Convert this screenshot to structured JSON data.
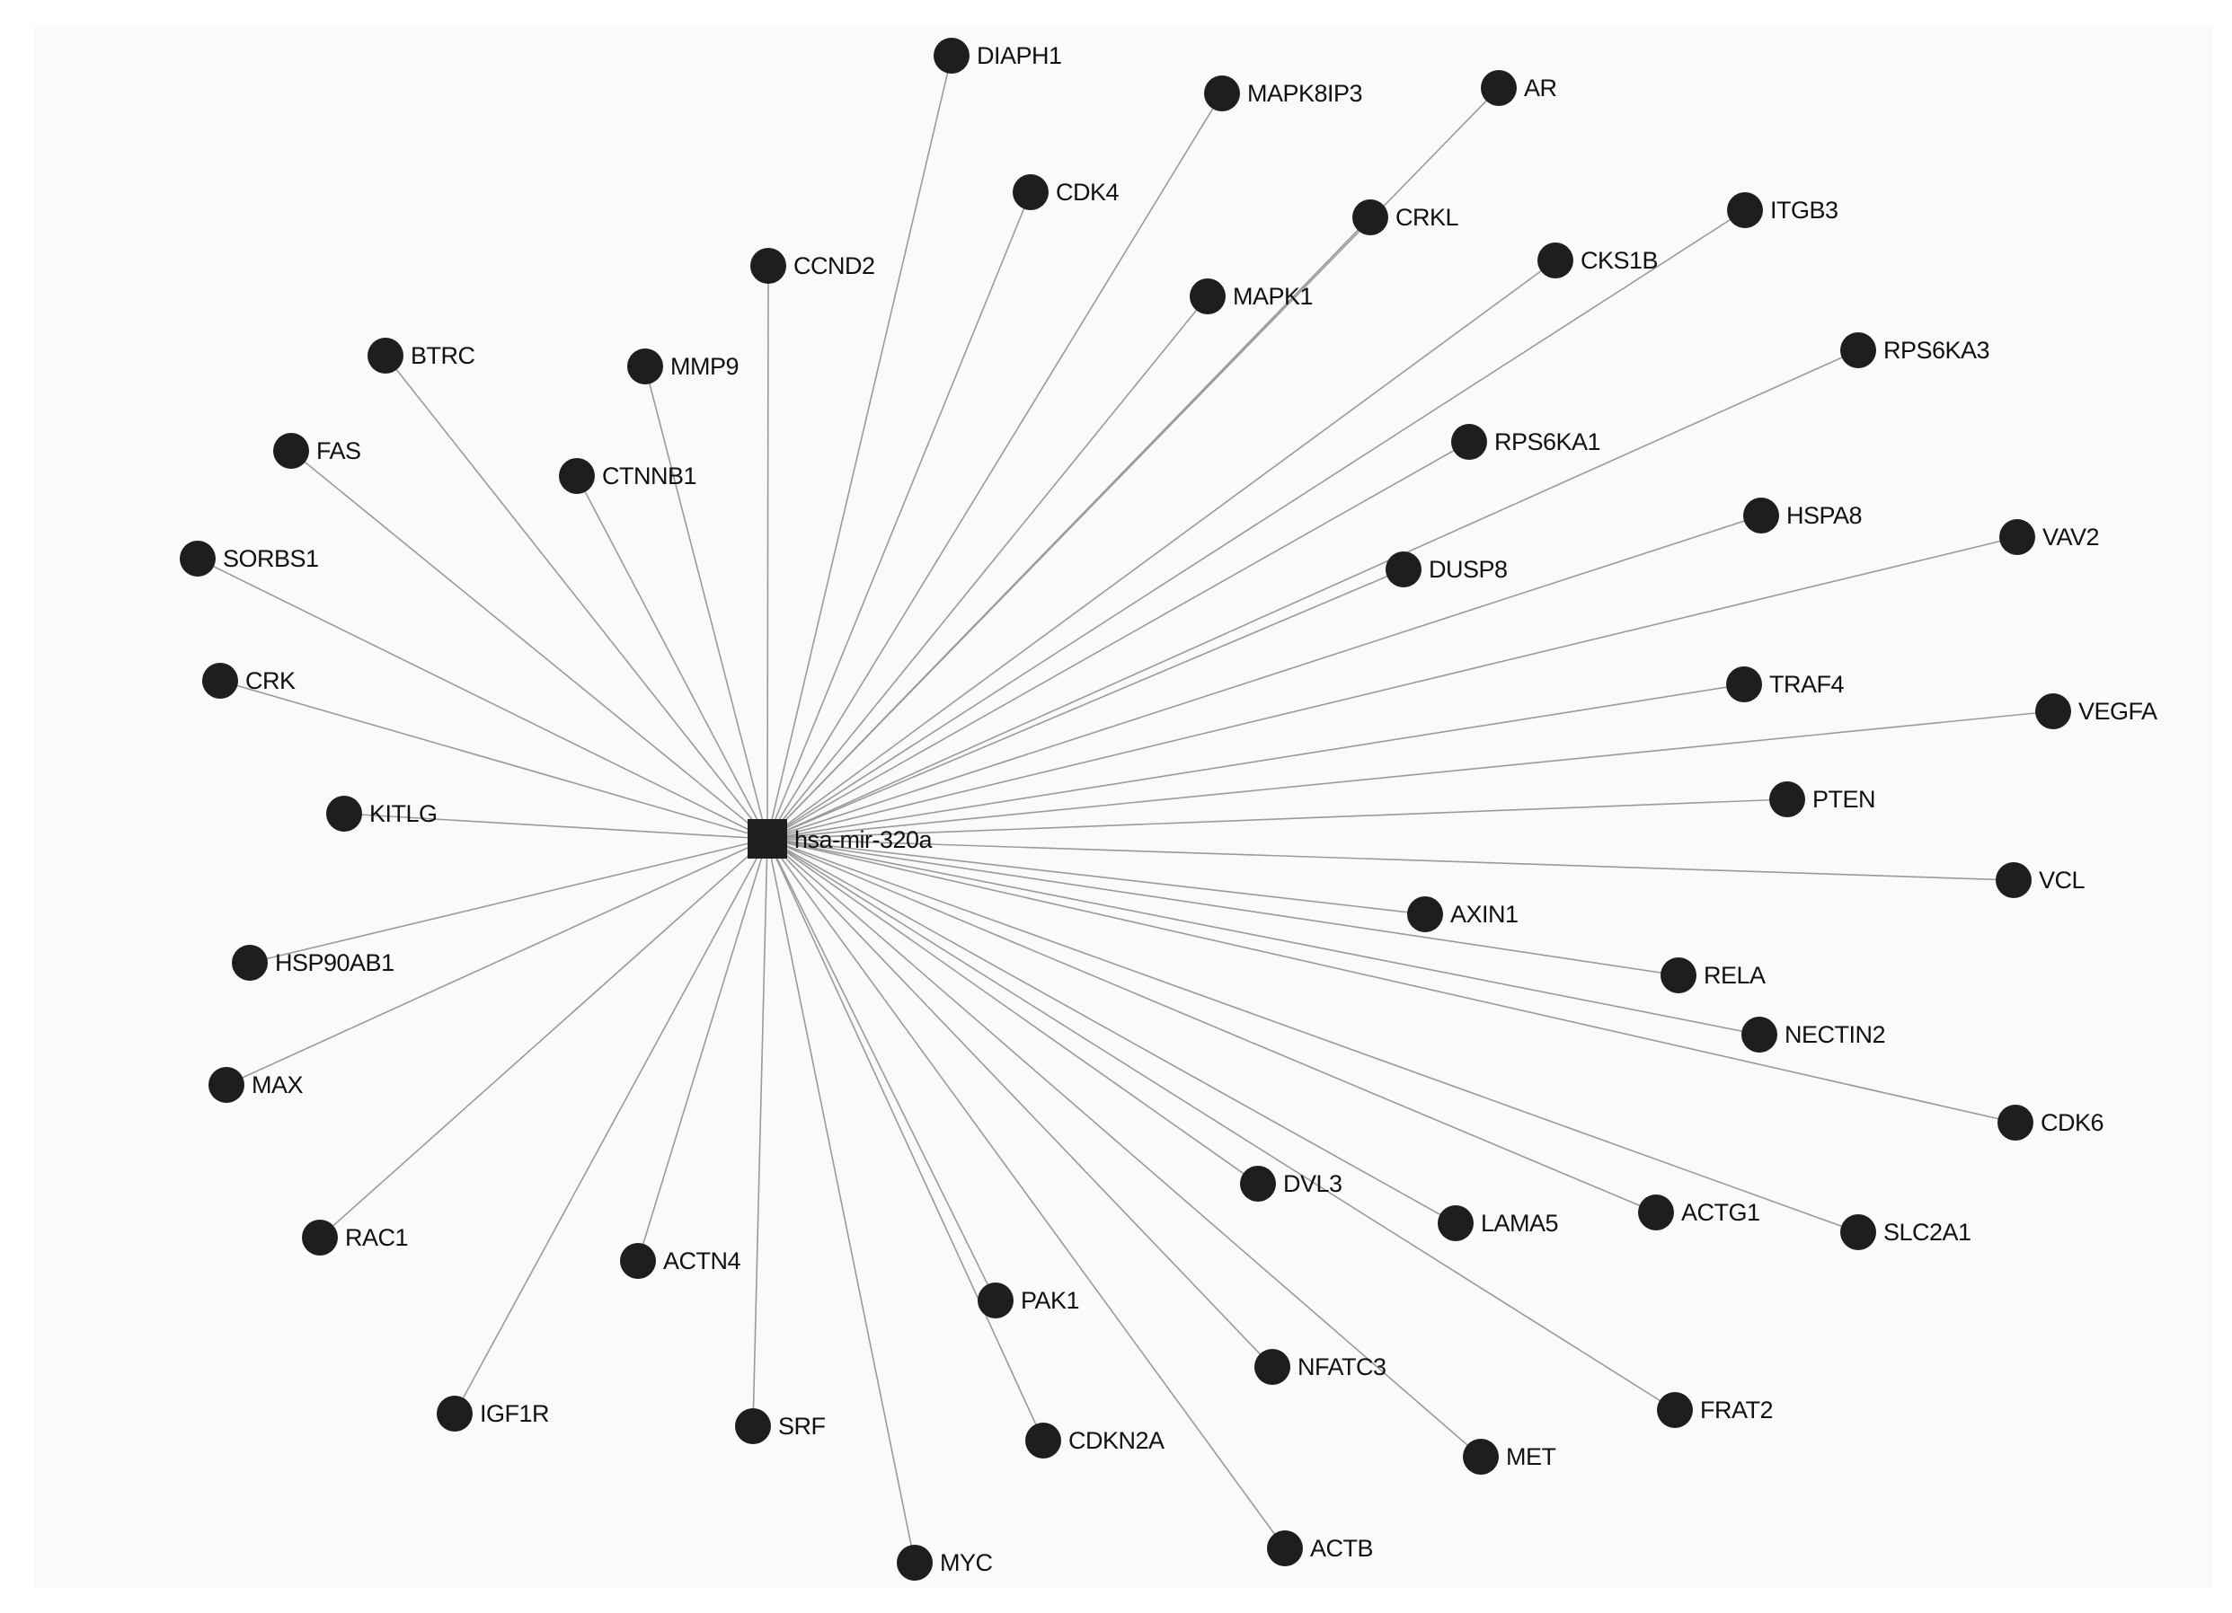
{
  "network": {
    "hub": {
      "label": "hsa-mir-320a"
    },
    "targets": [
      "DIAPH1",
      "MAPK8IP3",
      "AR",
      "CDK4",
      "CRKL",
      "ITGB3",
      "CCND2",
      "MAPK1",
      "CKS1B",
      "BTRC",
      "MMP9",
      "RPS6KA3",
      "FAS",
      "RPS6KA1",
      "CTNNB1",
      "SORBS1",
      "HSPA8",
      "VAV2",
      "DUSP8",
      "CRK",
      "TRAF4",
      "VEGFA",
      "KITLG",
      "PTEN",
      "VCL",
      "AXIN1",
      "HSP90AB1",
      "RELA",
      "NECTIN2",
      "MAX",
      "CDK6",
      "DVL3",
      "LAMA5",
      "ACTG1",
      "SLC2A1",
      "RAC1",
      "ACTN4",
      "PAK1",
      "NFATC3",
      "FRAT2",
      "IGF1R",
      "SRF",
      "CDKN2A",
      "MET",
      "MYC",
      "ACTB"
    ]
  }
}
